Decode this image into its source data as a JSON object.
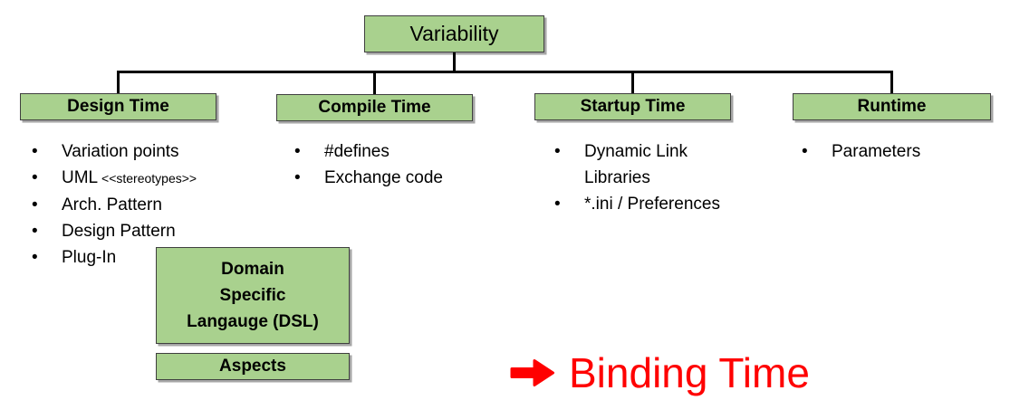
{
  "colors": {
    "box_fill": "#a9d18e",
    "box_border": "#3f3f3f",
    "box_shadow": "#a6a6a6",
    "connector": "#000000",
    "accent_red": "#ff0000"
  },
  "tree": {
    "root_label": "Variability"
  },
  "columns": [
    {
      "label": "Design Time",
      "items": [
        {
          "text": "Variation points"
        },
        {
          "text": "UML",
          "small": "<<stereotypes>>"
        },
        {
          "text": "Arch. Pattern"
        },
        {
          "text": "Design Pattern"
        },
        {
          "text": "Plug-In"
        }
      ]
    },
    {
      "label": "Compile Time",
      "items": [
        {
          "text": "#defines"
        },
        {
          "text": "Exchange code"
        }
      ]
    },
    {
      "label": "Startup Time",
      "items": [
        {
          "text": "Dynamic Link\nLibraries"
        },
        {
          "text": "*.ini / Preferences"
        }
      ]
    },
    {
      "label": "Runtime",
      "items": [
        {
          "text": "Parameters"
        }
      ]
    }
  ],
  "extra_boxes": {
    "dsl_label": "Domain\nSpecific\nLangauge (DSL)",
    "aspects_label": "Aspects"
  },
  "annotation": {
    "label": "Binding Time"
  },
  "list_bullet": "•"
}
